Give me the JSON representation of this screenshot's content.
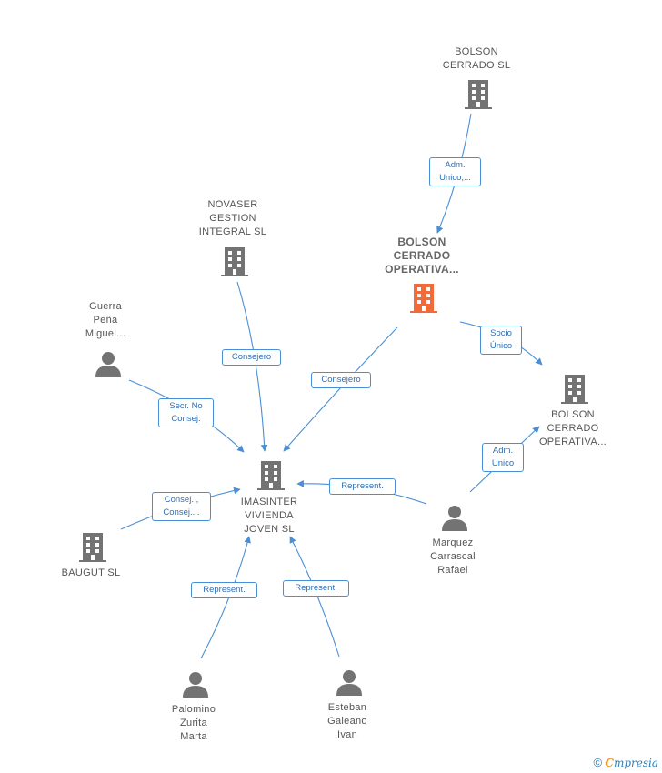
{
  "colors": {
    "edge": "#4a8fd6",
    "building": "#737373",
    "focus_building": "#f26a3a",
    "person": "#737373"
  },
  "nodes": {
    "bolson_top": {
      "label": "BOLSON\nCERRADO  SL",
      "icon": "building-icon"
    },
    "bolson_focus": {
      "label": "BOLSON\nCERRADO\nOPERATIVA...",
      "icon": "building-icon"
    },
    "bolson_right": {
      "label": "BOLSON\nCERRADO\nOPERATIVA...",
      "icon": "building-icon"
    },
    "novaser": {
      "label": "NOVASER\nGESTION\nINTEGRAL SL",
      "icon": "building-icon"
    },
    "guerra": {
      "label": "Guerra\nPeña\nMiguel...",
      "icon": "person-icon"
    },
    "imasinter": {
      "label": "IMASINTER\nVIVIENDA\nJOVEN SL",
      "icon": "building-icon"
    },
    "baugut": {
      "label": "BAUGUT SL",
      "icon": "building-icon"
    },
    "marquez": {
      "label": "Marquez\nCarrascal\nRafael",
      "icon": "person-icon"
    },
    "palomino": {
      "label": "Palomino\nZurita\nMarta",
      "icon": "person-icon"
    },
    "esteban": {
      "label": "Esteban\nGaleano\nIvan",
      "icon": "person-icon"
    }
  },
  "edges": {
    "adm_unico_top": "Adm.\nUnico,...",
    "consejero_novaser": "Consejero",
    "consejero_focus": "Consejero",
    "socio_unico": "Socio\nÚnico",
    "secr_no_consej": "Secr.  No\nConsej.",
    "adm_unico_right": "Adm.\nUnico",
    "represent_marquez": "Represent.",
    "consej_baugut": "Consej. ,\nConsej....",
    "represent_palomino": "Represent.",
    "represent_esteban": "Represent."
  },
  "footer": {
    "copyright": "©",
    "brand_first": "C",
    "brand_rest": "mpresia"
  }
}
